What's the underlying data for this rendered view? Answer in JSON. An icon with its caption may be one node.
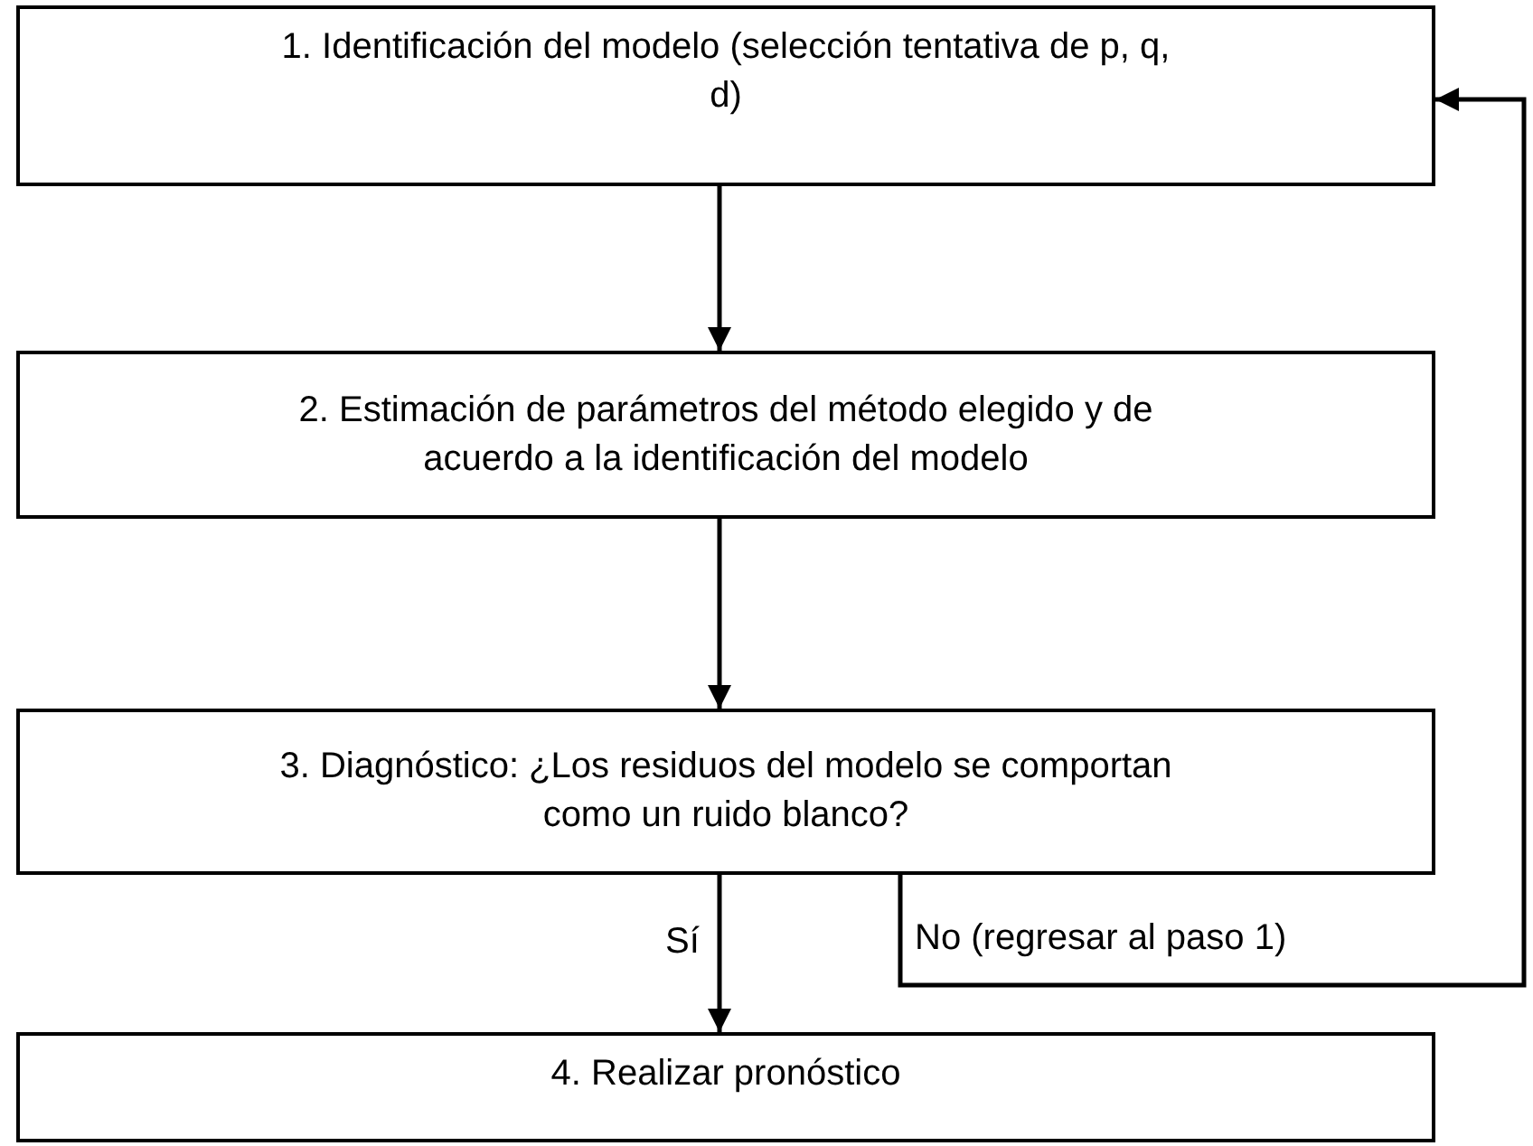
{
  "diagram": {
    "nodes": [
      {
        "text": [
          "1. Identificación del modelo (selección tentativa de p, q, d)"
        ]
      },
      {
        "text": [
          "2. Estimación de parámetros del método elegido y de acuerdo a la identificación del modelo"
        ]
      },
      {
        "text": [
          "3. Diagnóstico: ¿Los residuos del modelo se comportan como un ruido blanco?"
        ]
      },
      {
        "text": [
          "4. Realizar pronóstico"
        ]
      }
    ],
    "edges": [
      {
        "from": 0,
        "to": 1,
        "arrow": "to"
      },
      {
        "from": 1,
        "to": 2,
        "arrow": "to"
      },
      {
        "from": 2,
        "to": 3,
        "arrow": "to",
        "label": "Sí"
      },
      {
        "from": 2,
        "to": 0,
        "arrow": "to",
        "label": "No (regresar al paso 1)"
      }
    ]
  }
}
